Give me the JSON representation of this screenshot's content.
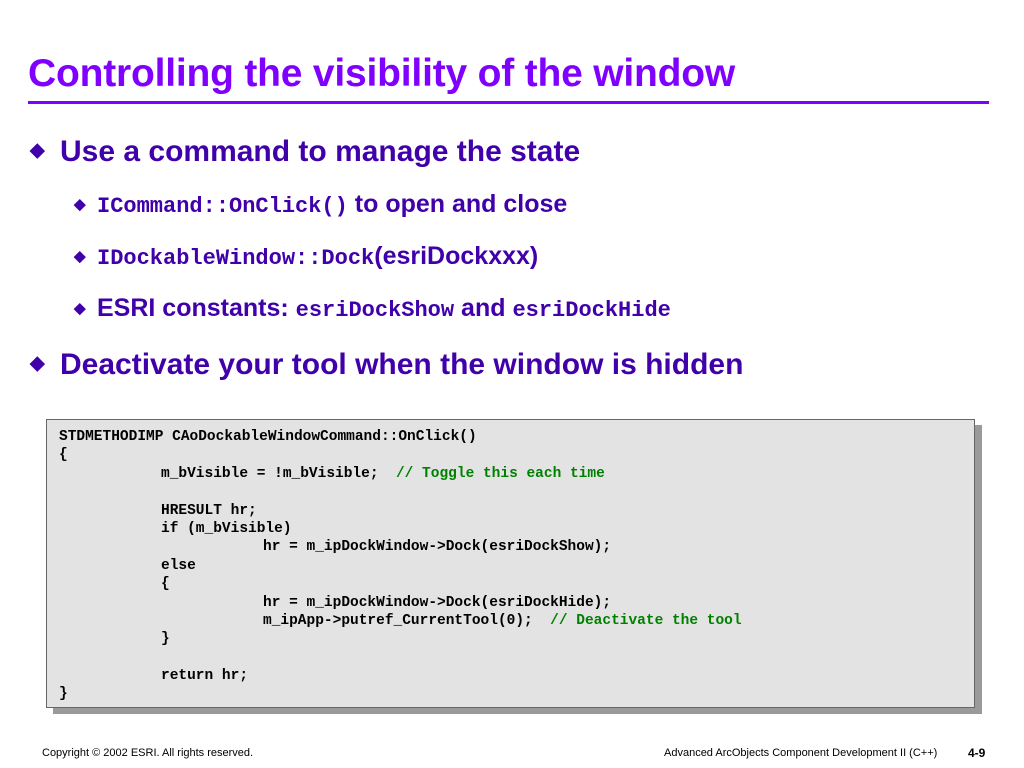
{
  "title": "Controlling the visibility of the window",
  "bullets": {
    "b1": "Use a command to manage the state",
    "b1_1_code": "ICommand::OnClick()",
    "b1_1_text": " to open and close",
    "b1_2_code": "IDockableWindow::Dock",
    "b1_2_text": "(esriDockxxx)",
    "b1_3_text_a": "ESRI constants: ",
    "b1_3_code_a": "esriDockShow",
    "b1_3_text_b": " and ",
    "b1_3_code_b": "esriDockHide",
    "b2": "Deactivate your tool when the window is hidden"
  },
  "code": {
    "l1": "STDMETHODIMP CAoDockableWindowCommand::OnClick()",
    "l2": "{",
    "l3": "m_bVisible = !m_bVisible;  ",
    "l3_comment": "// Toggle this each time",
    "l5": "HRESULT hr;",
    "l6": "if (m_bVisible)",
    "l7": "hr = m_ipDockWindow->Dock(esriDockShow);",
    "l8": "else",
    "l9": "{",
    "l10": "hr = m_ipDockWindow->Dock(esriDockHide);",
    "l11": "m_ipApp->putref_CurrentTool(0);  ",
    "l11_comment": "// Deactivate the tool",
    "l12": "}",
    "l14": "return hr;",
    "l15": "}"
  },
  "footer": {
    "copyright": "Copyright © 2002 ESRI. All rights reserved.",
    "course": "Advanced ArcObjects Component Development II (C++)",
    "page": "4-9"
  },
  "icons": {
    "bullet": "diamond-bullet-icon"
  },
  "colors": {
    "title": "#8000ff",
    "bullet_text": "#4000aa",
    "code_comment": "#008000",
    "code_background": "#e3e3e3"
  }
}
